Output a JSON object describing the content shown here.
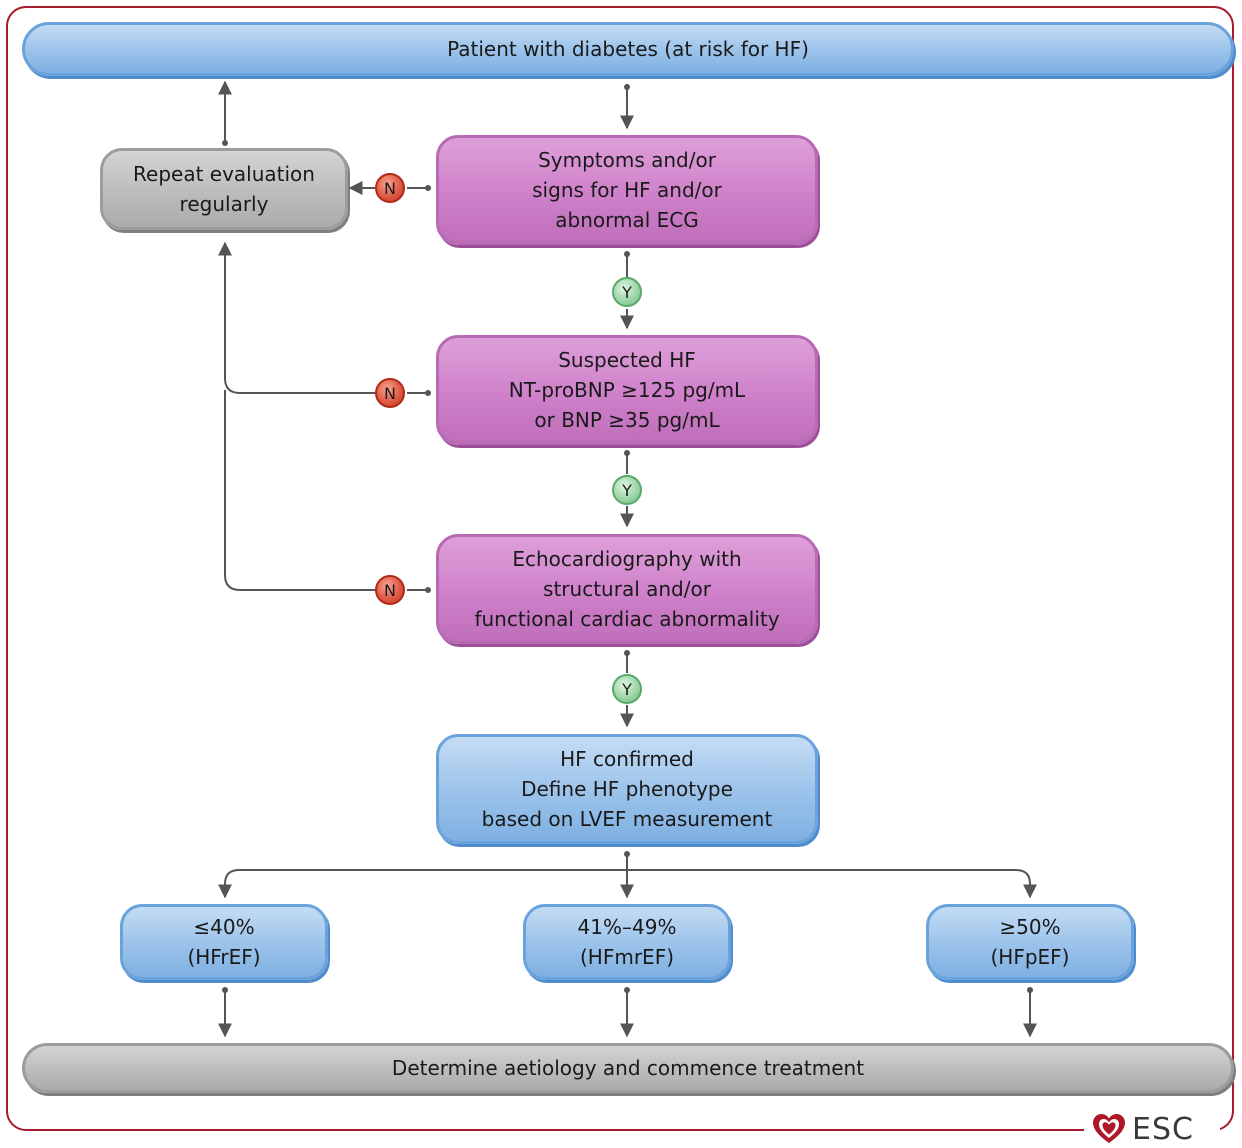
{
  "nodes": {
    "start": [
      "Patient with diabetes (at risk for HF)"
    ],
    "repeat": [
      "Repeat evaluation",
      "regularly"
    ],
    "symptoms": [
      "Symptoms and/or",
      "signs for HF and/or",
      "abnormal ECG"
    ],
    "suspected": [
      "Suspected HF",
      "NT-proBNP ≥125 pg/mL",
      "or BNP ≥35 pg/mL"
    ],
    "echo": [
      "Echocardiography with",
      "structural and/or",
      "functional cardiac abnormality"
    ],
    "confirmed": [
      "HF confirmed",
      "Define HF phenotype",
      "based on LVEF measurement"
    ],
    "hfref": [
      "≤40%",
      "(HFrEF)"
    ],
    "hfmref": [
      "41%–49%",
      "(HFmrEF)"
    ],
    "hfpef": [
      "≥50%",
      "(HFpEF)"
    ],
    "treatment": [
      "Determine aetiology and commence treatment"
    ]
  },
  "labels": {
    "no": "N",
    "yes": "Y"
  },
  "logo": {
    "text": "ESC"
  },
  "colors": {
    "frame": "#a71c2a",
    "blue_box": "#9ac2ea",
    "pink_box": "#cd7ec8",
    "grey_box": "#b8babc",
    "no_badge": "#e05a44",
    "yes_badge": "#9fd6a8",
    "connector": "#555555"
  }
}
